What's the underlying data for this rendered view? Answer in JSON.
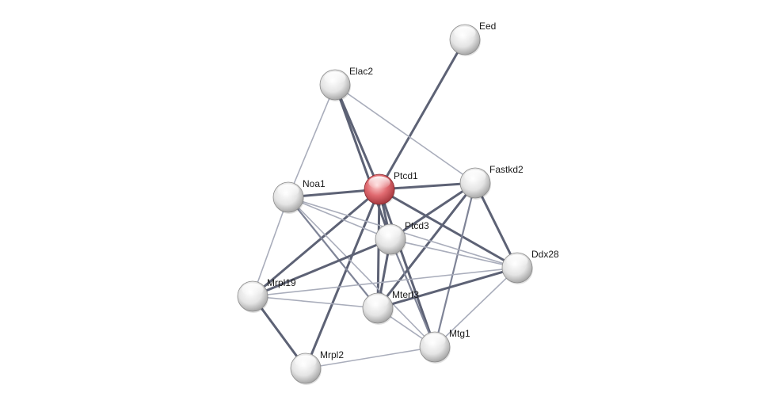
{
  "colors": {
    "background": "#ffffff",
    "edge_strong": "#5d6275",
    "edge_medium": "#7f8497",
    "edge_weak": "#a9adbb",
    "node_default": "#d0d0d0",
    "node_query": "#d9575e"
  },
  "network": {
    "nodes": [
      {
        "id": "Eed",
        "label": "Eed",
        "query": false
      },
      {
        "id": "Elac2",
        "label": "Elac2",
        "query": false
      },
      {
        "id": "Ptcd1",
        "label": "Ptcd1",
        "query": true
      },
      {
        "id": "Fastkd2",
        "label": "Fastkd2",
        "query": false
      },
      {
        "id": "Noa1",
        "label": "Noa1",
        "query": false
      },
      {
        "id": "Ptcd3",
        "label": "Ptcd3",
        "query": false
      },
      {
        "id": "Ddx28",
        "label": "Ddx28",
        "query": false
      },
      {
        "id": "Mrpl19",
        "label": "Mrpl19",
        "query": false
      },
      {
        "id": "Mterf3",
        "label": "Mterf3",
        "query": false
      },
      {
        "id": "Mtg1",
        "label": "Mtg1",
        "query": false
      },
      {
        "id": "Mrpl2",
        "label": "Mrpl2",
        "query": false
      }
    ],
    "edges": [
      {
        "source": "Eed",
        "target": "Ptcd1",
        "strength": "strong"
      },
      {
        "source": "Elac2",
        "target": "Ptcd1",
        "strength": "strong"
      },
      {
        "source": "Elac2",
        "target": "Fastkd2",
        "strength": "weak"
      },
      {
        "source": "Elac2",
        "target": "Noa1",
        "strength": "weak"
      },
      {
        "source": "Elac2",
        "target": "Ptcd3",
        "strength": "strong"
      },
      {
        "source": "Ptcd1",
        "target": "Fastkd2",
        "strength": "strong"
      },
      {
        "source": "Ptcd1",
        "target": "Noa1",
        "strength": "strong"
      },
      {
        "source": "Ptcd1",
        "target": "Ptcd3",
        "strength": "strong"
      },
      {
        "source": "Ptcd1",
        "target": "Ddx28",
        "strength": "strong"
      },
      {
        "source": "Ptcd1",
        "target": "Mrpl19",
        "strength": "strong"
      },
      {
        "source": "Ptcd1",
        "target": "Mterf3",
        "strength": "strong"
      },
      {
        "source": "Ptcd1",
        "target": "Mtg1",
        "strength": "strong"
      },
      {
        "source": "Ptcd1",
        "target": "Mrpl2",
        "strength": "strong"
      },
      {
        "source": "Fastkd2",
        "target": "Ptcd3",
        "strength": "strong"
      },
      {
        "source": "Fastkd2",
        "target": "Ddx28",
        "strength": "strong"
      },
      {
        "source": "Fastkd2",
        "target": "Mterf3",
        "strength": "strong"
      },
      {
        "source": "Fastkd2",
        "target": "Mtg1",
        "strength": "medium"
      },
      {
        "source": "Noa1",
        "target": "Ptcd3",
        "strength": "weak"
      },
      {
        "source": "Noa1",
        "target": "Ddx28",
        "strength": "weak"
      },
      {
        "source": "Noa1",
        "target": "Mrpl19",
        "strength": "weak"
      },
      {
        "source": "Noa1",
        "target": "Mterf3",
        "strength": "medium"
      },
      {
        "source": "Noa1",
        "target": "Mtg1",
        "strength": "weak"
      },
      {
        "source": "Ptcd3",
        "target": "Ddx28",
        "strength": "weak"
      },
      {
        "source": "Ptcd3",
        "target": "Mrpl19",
        "strength": "strong"
      },
      {
        "source": "Ptcd3",
        "target": "Mterf3",
        "strength": "strong"
      },
      {
        "source": "Ptcd3",
        "target": "Mtg1",
        "strength": "medium"
      },
      {
        "source": "Ddx28",
        "target": "Mrpl19",
        "strength": "weak"
      },
      {
        "source": "Ddx28",
        "target": "Mterf3",
        "strength": "strong"
      },
      {
        "source": "Ddx28",
        "target": "Mtg1",
        "strength": "weak"
      },
      {
        "source": "Mrpl19",
        "target": "Mterf3",
        "strength": "weak"
      },
      {
        "source": "Mrpl19",
        "target": "Mrpl2",
        "strength": "strong"
      },
      {
        "source": "Mterf3",
        "target": "Mtg1",
        "strength": "weak"
      },
      {
        "source": "Mtg1",
        "target": "Mrpl2",
        "strength": "weak"
      }
    ]
  }
}
